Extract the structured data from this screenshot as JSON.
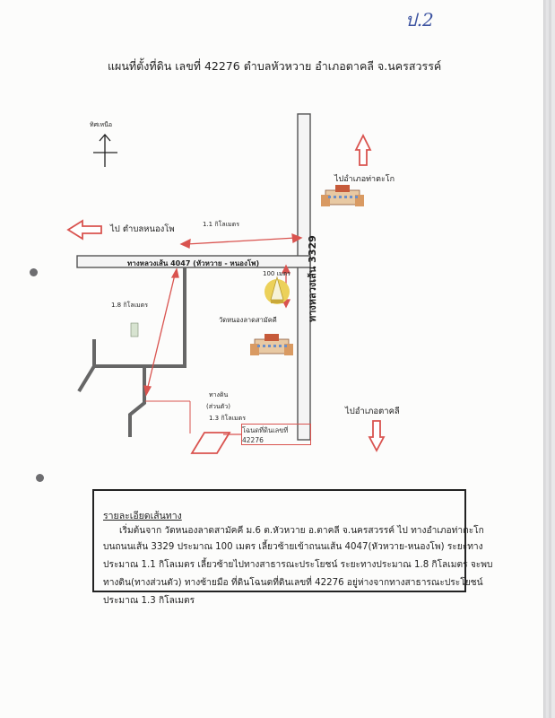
{
  "page_number": "ป.2",
  "title": "แผนที่ตั้งที่ดิน เลขที่ 42276 ตำบลหัวหวาย อำเภอตาคลี จ.นครสวรรค์",
  "map": {
    "north_label": "ทิศเหนือ",
    "to_nong_pho": "ไป  ตำบลหนองโพ",
    "to_takhli": "ไปอำเภอตาคลี",
    "to_tha_tako": "ไปอำเภอท่าตะโก",
    "dist_1_1km": "1.1 กิโลเมตร",
    "dist_1_8km": "1.8 กิโลเมตร",
    "dist_100m": "100 เมตร",
    "dist_1_3km": "1.3 กิโลเมตร",
    "road_4047": "ทางหลวงเส้น 4047 (หัวหวาย - หนองโพ)",
    "road_3329": "ทางหลวงเส้น 3329",
    "temple": "วัดหนองลาดสามัคคี",
    "dirt_road_1": "ทางดิน",
    "dirt_road_2": "(ส่วนตัว)",
    "deed_box": "โฉนดที่ดินเลขที่ 42276",
    "colors": {
      "arrow": "#d9534f",
      "road": "#555555",
      "road_fill": "#f4f4f4"
    }
  },
  "details": {
    "heading": "รายละเอียดเส้นทาง",
    "lines": [
      "เริ่มต้นจาก  วัดหนองลาดสามัคคี ม.6 ต.หัวหวาย อ.ตาคลี จ.นครสวรรค์ ไป ทางอำเภอท่าตะโก",
      "บนถนนเส้น 3329 ประมาณ 100 เมตร เลี้ยวซ้ายเข้าถนนเส้น 4047(หัวหวาย-หนองโพ) ระยะทาง",
      "ประมาณ 1.1 กิโลเมตร เลี้ยวซ้ายไปทางสาธารณะประโยชน์ ระยะทางประมาณ 1.8 กิโลเมตร จะพบ",
      "ทางดิน(ทางส่วนตัว) ทางซ้ายมือ  ที่ดินโฉนดที่ดินเลขที่ 42276 อยู่ห่างจากทางสาธารณะประโยชน์",
      "ประมาณ 1.3 กิโลเมตร"
    ]
  }
}
